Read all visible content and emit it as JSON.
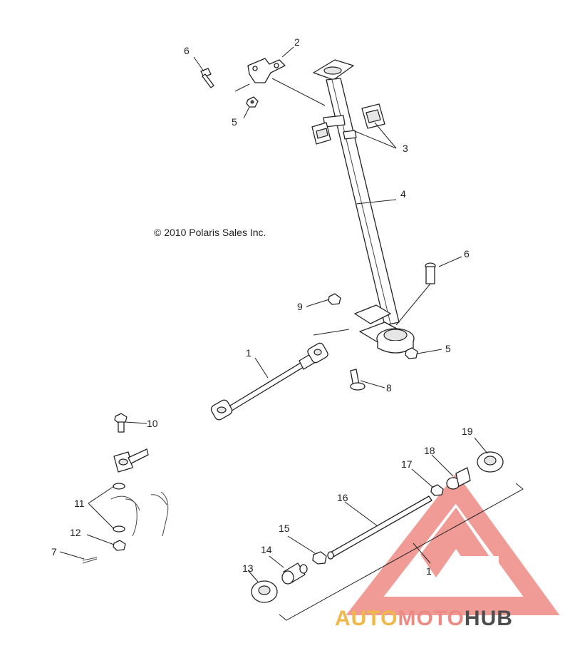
{
  "copyright": "© 2010 Polaris Sales Inc.",
  "logo": {
    "part_a": "AUTO",
    "part_b": "MOTO",
    "part_c": "HUB",
    "color_a": "#f0b849",
    "color_b": "#ee8a84",
    "color_c": "#4d4d4d",
    "mark_color": "#ee8a84"
  },
  "callouts": {
    "c1a": "1",
    "c1b": "1",
    "c2": "2",
    "c3": "3",
    "c4": "4",
    "c5a": "5",
    "c5b": "5",
    "c6a": "6",
    "c6b": "6",
    "c7": "7",
    "c8": "8",
    "c9": "9",
    "c10": "10",
    "c11": "11",
    "c12": "12",
    "c13": "13",
    "c14": "14",
    "c15": "15",
    "c16": "16",
    "c17": "17",
    "c18": "18",
    "c19": "19"
  }
}
